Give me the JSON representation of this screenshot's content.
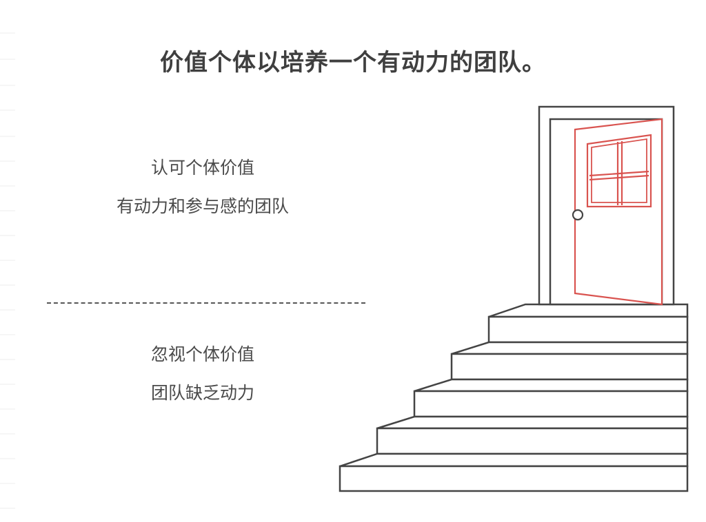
{
  "title": "价值个体以培养一个有动力的团队。",
  "upper_section": {
    "line1": "认可个体价值",
    "line2": "有动力和参与感的团队"
  },
  "lower_section": {
    "line1": "忽视个体价值",
    "line2": "团队缺乏动力"
  },
  "colors": {
    "line": "#444444",
    "door_accent": "#d9534f",
    "text": "#444444"
  },
  "icons": [
    "staircase-icon",
    "open-door-icon"
  ]
}
